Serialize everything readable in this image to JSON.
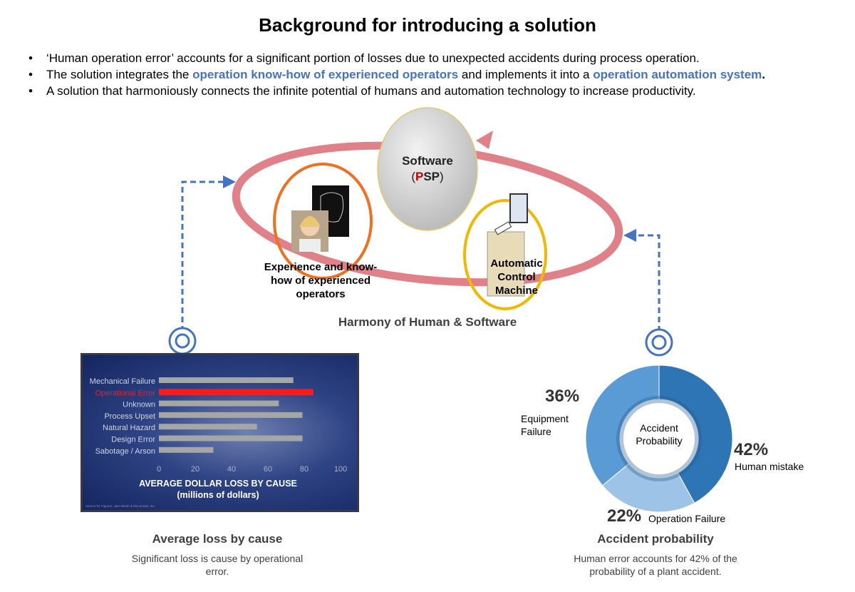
{
  "title": "Background for introducing a solution",
  "bullets": [
    {
      "text": "‘Human operation error’ accounts for a significant portion of losses due to unexpected accidents during process operation."
    },
    {
      "pre": "The solution integrates the ",
      "hl1": "operation know-how of experienced operators",
      "mid": " and implements it into a ",
      "hl2": "operation automation system",
      "post": "."
    },
    {
      "text": "A solution that harmoniously connects the infinite potential of humans and automation technology to increase productivity."
    }
  ],
  "diagram": {
    "software": "Software",
    "psp_open": "(",
    "psp_p": "P",
    "psp_rest": "SP",
    "psp_close": ")",
    "human_label": "Experience and know-how of experienced operators",
    "machine_label": "Automatic Control Machine",
    "caption": "Harmony of Human & Software"
  },
  "chart_data": [
    {
      "type": "bar",
      "orientation": "horizontal",
      "categories": [
        "Mechanical Failure",
        "Operational Error",
        "Unknown",
        "Process Upset",
        "Natural Hazard",
        "Design Error",
        "Sabotage / Arson"
      ],
      "values": [
        74,
        85,
        66,
        79,
        54,
        79,
        30
      ],
      "highlight": "Operational Error",
      "xticks": [
        "0",
        "20",
        "40",
        "60",
        "80",
        "100"
      ],
      "xlim": [
        0,
        100
      ],
      "title": "AVERAGE DOLLAR LOSS BY CAUSE",
      "subtitle": "(millions of dollars)",
      "source": "Source for Figures: J&H Marsh & McLennan, Inc.",
      "colors": {
        "bar": "#a6a6a6",
        "highlight": "#ff1a1a"
      }
    },
    {
      "type": "pie",
      "donut": true,
      "center_label": "Accident Probability",
      "slices": [
        {
          "label": "Human mistake",
          "value": 42,
          "pct": "42%",
          "color": "#2e75b6"
        },
        {
          "label": "Operation Failure",
          "value": 22,
          "pct": "22%",
          "color": "#9dc3e6"
        },
        {
          "label": "Equipment Failure",
          "value": 36,
          "pct": "36%",
          "color": "#5b9bd5"
        }
      ]
    }
  ],
  "left_caption": {
    "title": "Average loss by cause",
    "sub": "Significant loss is cause by operational error."
  },
  "right_caption": {
    "title": "Accident probability",
    "sub": "Human error accounts for 42% of the probability of a plant accident."
  }
}
